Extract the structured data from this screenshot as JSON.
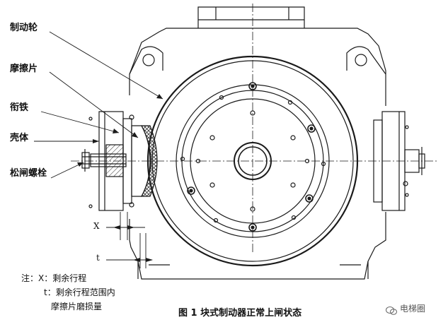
{
  "callouts": {
    "brake_wheel": "制动轮",
    "friction_pad": "摩擦片",
    "armature": "衔铁",
    "housing": "壳体",
    "release_bolt": "松闸螺栓"
  },
  "dimension_labels": {
    "x": "X",
    "t": "t"
  },
  "notes": {
    "line1": "注：X：剩余行程",
    "line2": "t：剩余行程范围内",
    "line3": "摩擦片磨损量"
  },
  "caption": "图 1 块式制动器正常上闸状态",
  "watermark": "电梯圈",
  "colors": {
    "line": "#1a1a1a",
    "hatch": "#333333",
    "background": "#ffffff"
  }
}
